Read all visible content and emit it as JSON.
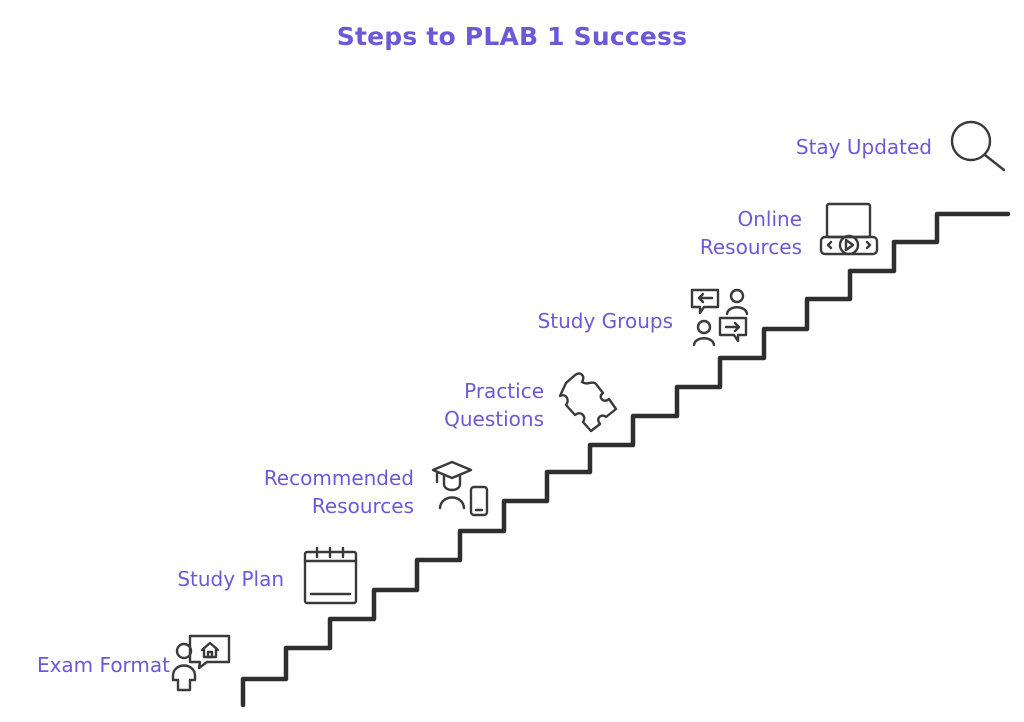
{
  "diagram": {
    "title": "Steps to PLAB 1 Success",
    "accent_color": "#6a5ad8",
    "line_color": "#2e2e2e",
    "steps": [
      {
        "lines": [
          "Exam Format"
        ],
        "icon": "person-home-speech-icon"
      },
      {
        "lines": [
          "Study Plan"
        ],
        "icon": "calendar-icon"
      },
      {
        "lines": [
          "Recommended",
          "Resources"
        ],
        "icon": "graduate-phone-icon"
      },
      {
        "lines": [
          "Practice",
          "Questions"
        ],
        "icon": "puzzle-piece-icon"
      },
      {
        "lines": [
          "Study Groups"
        ],
        "icon": "people-chat-icon"
      },
      {
        "lines": [
          "Online",
          "Resources"
        ],
        "icon": "video-player-icon"
      },
      {
        "lines": [
          "Stay Updated"
        ],
        "icon": "magnifier-icon"
      }
    ]
  }
}
